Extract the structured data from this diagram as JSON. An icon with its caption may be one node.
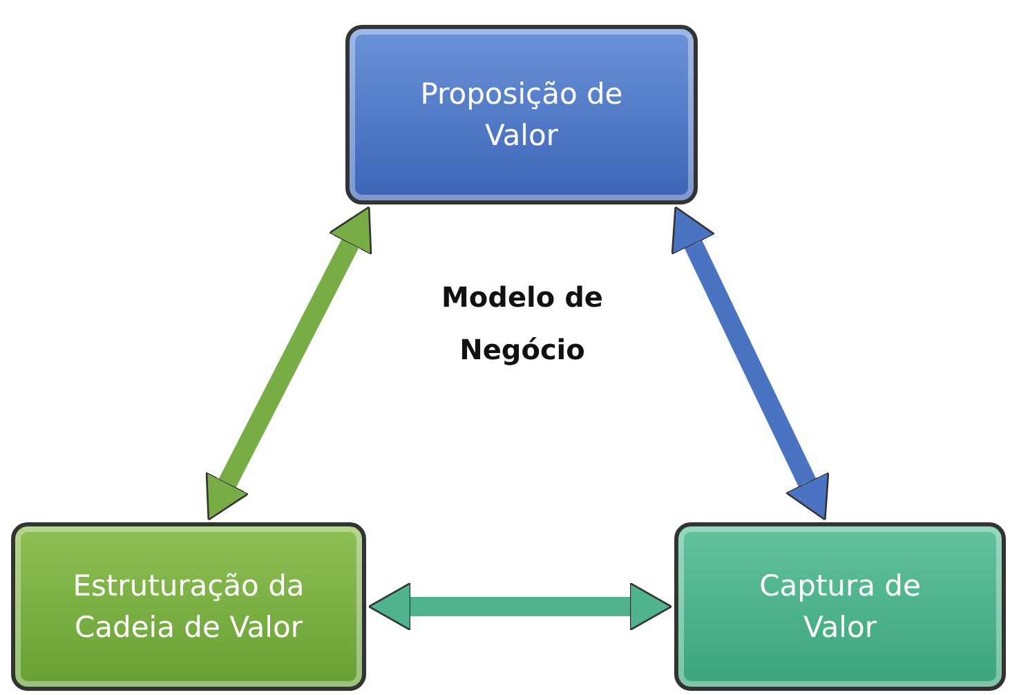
{
  "diagram": {
    "nodes": [
      {
        "text": [
          "Proposição de Valor"
        ]
      },
      {
        "text": [
          "Estruturação da Cadeia de Valor"
        ]
      },
      {
        "text": [
          "Captura de Valor"
        ]
      }
    ],
    "edges": [
      {
        "from": 1,
        "to": 0,
        "arrow": "both",
        "color": "#78ad45"
      },
      {
        "from": 0,
        "to": 2,
        "arrow": "both",
        "color": "#4a73c2"
      },
      {
        "from": 1,
        "to": 2,
        "arrow": "both",
        "color": "#4fb48e"
      }
    ],
    "labels": [
      "Modelo de Negócio"
    ]
  }
}
